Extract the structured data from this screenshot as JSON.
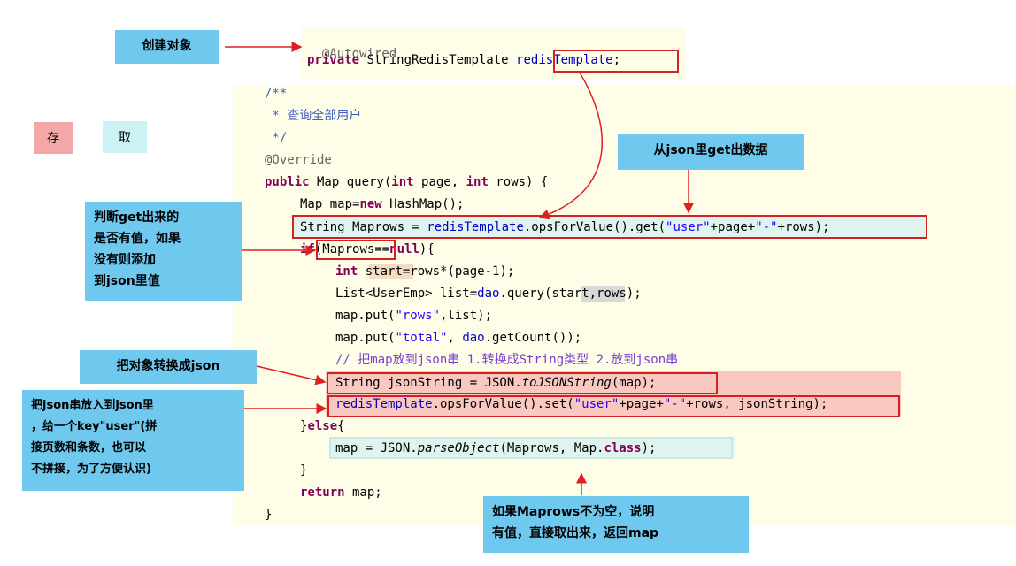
{
  "left_buttons": {
    "store_label": "存",
    "fetch_label": "取"
  },
  "code_top": {
    "line1": "@Autowired",
    "line2_kw": "private",
    "line2_type": " StringRedisTemplate ",
    "line2_field": "redisTemplate",
    "line2_end": ";"
  },
  "code_main": {
    "l01": "/**",
    "l02": " * 查询全部用户",
    "l03": " */",
    "l04": "@Override",
    "l05_kw": "public",
    "l05_a": " Map query(",
    "l05_kw2": "int",
    "l05_b": " page, ",
    "l05_kw3": "int",
    "l05_c": " rows) {",
    "l06_a": "Map map=",
    "l06_kw": "new",
    "l06_b": " HashMap();",
    "l07_a": "String Maprows = ",
    "l07_f": "redisTemplate",
    "l07_b": ".opsForValue().get(",
    "l07_s1": "\"user\"",
    "l07_c": "+page+",
    "l07_s2": "\"-\"",
    "l07_d": "+rows);",
    "l08_kw": "if",
    "l08_a": "(",
    "l08_v": "Maprows",
    "l08_b": "==",
    "l08_kw2": "null",
    "l08_c": "){",
    "l09_kw": "int",
    "l09_a": " ",
    "l09_v": "start",
    "l09_b": "=rows*(page-1);",
    "l10_a": "List<UserEmp> list=",
    "l10_f": "dao",
    "l10_b": ".query(",
    "l10_v": "start",
    "l10_c": ",rows);",
    "l11_a": "map.put(",
    "l11_s": "\"rows\"",
    "l11_b": ",list);",
    "l12_a": "map.put(",
    "l12_s": "\"total\"",
    "l12_b": ", ",
    "l12_f": "dao",
    "l12_c": ".getCount());",
    "l13": "// 把map放到json串 1.转换成String类型 2.放到json串",
    "l14_a": "String jsonString = JSON.",
    "l14_i": "toJSONString",
    "l14_b": "(map);",
    "l15_f": "redisTemplate",
    "l15_a": ".opsForValue().set(",
    "l15_s1": "\"user\"",
    "l15_b": "+page+",
    "l15_s2": "\"-\"",
    "l15_c": "+rows, jsonString);",
    "l16_a": "}",
    "l16_kw": "else",
    "l16_b": "{",
    "l17_a": "map = JSON.",
    "l17_i": "parseObject",
    "l17_b": "(Maprows, Map.",
    "l17_kw": "class",
    "l17_c": ");",
    "l18": "}",
    "l19_kw": "return",
    "l19_a": " map;",
    "l20": "}"
  },
  "callouts": {
    "create_object": "创建对象",
    "get_from_json": "从json里get出数据",
    "check_value": "判断get出来的\n是否有值，如果\n没有则添加\n到json里值",
    "to_json": "把对象转换成json",
    "put_json": "把json串放入到json里\n，给一个key\"user\"(拼\n接页数和条数，也可以\n不拼接，为了方便认识)",
    "not_empty": "如果Maprows不为空，说明\n有值，直接取出来，返回map"
  },
  "colors": {
    "callout_bg": "#6fc8ee",
    "arrow": "#e02020",
    "panel_bg": "#fefde8"
  }
}
